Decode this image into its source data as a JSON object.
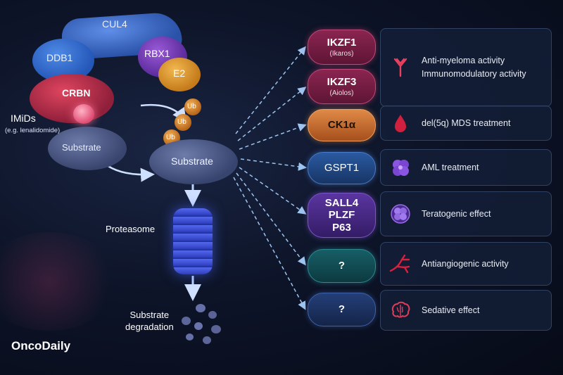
{
  "complex": {
    "cul4": "CUL4",
    "ddb1": "DDB1",
    "rbx1": "RBX1",
    "e2": "E2",
    "crbn": "CRBN",
    "imids": "IMiDs",
    "imids_example": "(e.g. lenalidomide)",
    "substrate_left": "Substrate",
    "ub_labels": [
      "Ub",
      "Ub",
      "Ub"
    ]
  },
  "substrate_main": "Substrate",
  "proteasome_label": "Proteasome",
  "degradation_label": "Substrate degradation",
  "targets": [
    {
      "name": "IKZF1",
      "sub": "(Ikaros)",
      "color": "#7a1e45"
    },
    {
      "name": "IKZF3",
      "sub": "(Aiolos)",
      "color": "#7a1e45"
    },
    {
      "name": "CK1α",
      "sub": "",
      "color": "#c9662a"
    },
    {
      "name": "GSPT1",
      "sub": "",
      "color": "#1f4a8a"
    },
    {
      "name": "SALL4",
      "name2": "PLZF",
      "name3": "P63",
      "color": "#4b2a8c"
    },
    {
      "name": "?",
      "sub": "",
      "color": "#12484f"
    },
    {
      "name": "?",
      "sub": "",
      "color": "#1e3566"
    }
  ],
  "effects": [
    {
      "icon": "antibody-icon",
      "lines": [
        "Anti-myeloma activity",
        "Immunomodulatory activity"
      ]
    },
    {
      "icon": "blood-drop-icon",
      "lines": [
        "del(5q) MDS treatment"
      ]
    },
    {
      "icon": "cell-cluster-icon",
      "lines": [
        "AML treatment"
      ]
    },
    {
      "icon": "embryo-icon",
      "lines": [
        "Teratogenic effect"
      ]
    },
    {
      "icon": "blood-vessel-icon",
      "lines": [
        "Antiangiogenic activity"
      ]
    },
    {
      "icon": "brain-icon",
      "lines": [
        "Sedative effect"
      ]
    }
  ],
  "brand": "OncoDaily",
  "colors": {
    "cul4": "#3566c8",
    "ddb1": "#2d6fd0",
    "crbn": "#c0304f",
    "rbx1": "#7a3ec2",
    "e2": "#e09a2a",
    "imid": "#f06a8a",
    "substrate": "#4a5a88",
    "ub": "#e08a2a",
    "proteasome": "#3a4fd8",
    "arrow": "#9ec4f0"
  }
}
